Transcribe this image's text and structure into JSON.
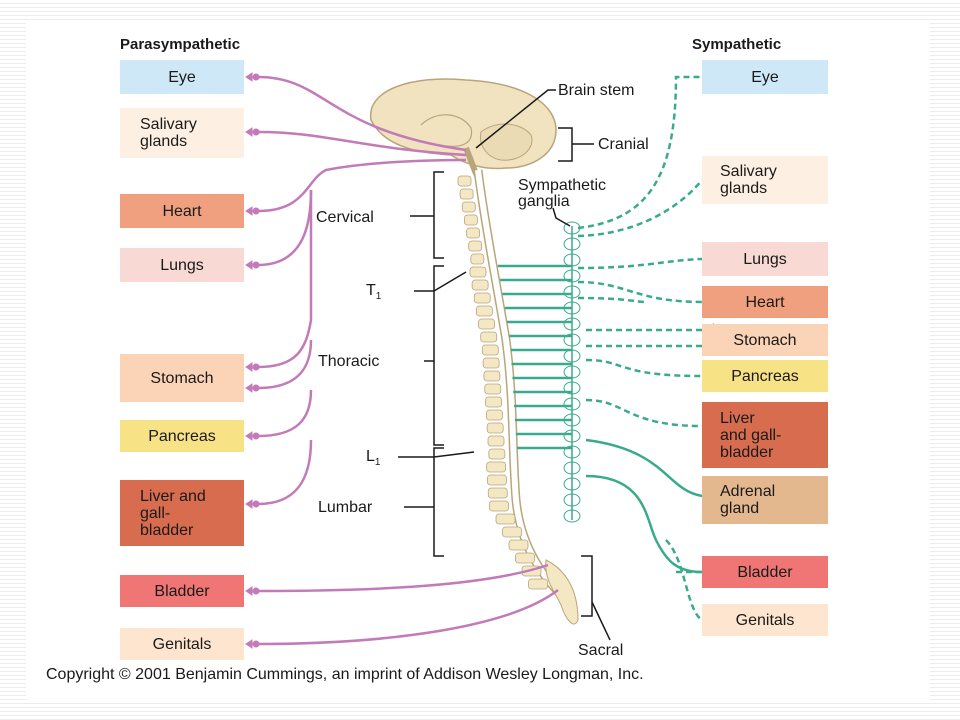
{
  "headers": {
    "left": "Parasympathetic",
    "right": "Sympathetic"
  },
  "parasympathetic_organs": [
    {
      "id": "eye",
      "label": "Eye",
      "color": "#cfe8f7"
    },
    {
      "id": "salivary",
      "label": "Salivary\nglands",
      "color": "#fdf0e2"
    },
    {
      "id": "heart",
      "label": "Heart",
      "color": "#f1a07f"
    },
    {
      "id": "lungs",
      "label": "Lungs",
      "color": "#f8d9d4"
    },
    {
      "id": "stomach",
      "label": "Stomach",
      "color": "#fbd3b6"
    },
    {
      "id": "pancreas",
      "label": "Pancreas",
      "color": "#f8e286"
    },
    {
      "id": "liver",
      "label": "Liver and\ngall-\nbladder",
      "color": "#d76c4f"
    },
    {
      "id": "bladder",
      "label": "Bladder",
      "color": "#ef7674"
    },
    {
      "id": "genitals",
      "label": "Genitals",
      "color": "#fde5cf"
    }
  ],
  "sympathetic_organs": [
    {
      "id": "eye",
      "label": "Eye",
      "color": "#cfe8f7"
    },
    {
      "id": "salivary",
      "label": "Salivary\nglands",
      "color": "#fdf0e2"
    },
    {
      "id": "lungs",
      "label": "Lungs",
      "color": "#f8d9d4"
    },
    {
      "id": "heart",
      "label": "Heart",
      "color": "#f1a07f"
    },
    {
      "id": "stomach",
      "label": "Stomach",
      "color": "#fbd3b6"
    },
    {
      "id": "pancreas",
      "label": "Pancreas",
      "color": "#f8e286"
    },
    {
      "id": "liver",
      "label": "Liver\nand gall-\nbladder",
      "color": "#d76c4f"
    },
    {
      "id": "adrenal",
      "label": "Adrenal\ngland",
      "color": "#e4b88f"
    },
    {
      "id": "bladder",
      "label": "Bladder",
      "color": "#ef7674"
    },
    {
      "id": "genitals",
      "label": "Genitals",
      "color": "#fde5cf"
    }
  ],
  "spinal_labels": {
    "brain_stem": "Brain stem",
    "cranial": "Cranial",
    "sympathetic_ganglia": "Sympathetic\nganglia",
    "cervical": "Cervical",
    "t1": "T",
    "t1_sub": "1",
    "thoracic": "Thoracic",
    "l1": "L",
    "l1_sub": "1",
    "lumbar": "Lumbar",
    "sacral": "Sacral"
  },
  "copyright": "Copyright © 2001 Benjamin Cummings, an imprint of Addison Wesley Longman, Inc.",
  "colors": {
    "parasympathetic_line": "#c27bb8",
    "sympathetic_line": "#3aaa8c",
    "bone": "#f4e7c3",
    "bone_edge": "#b9a57a",
    "brain": "#f1e3c0"
  }
}
